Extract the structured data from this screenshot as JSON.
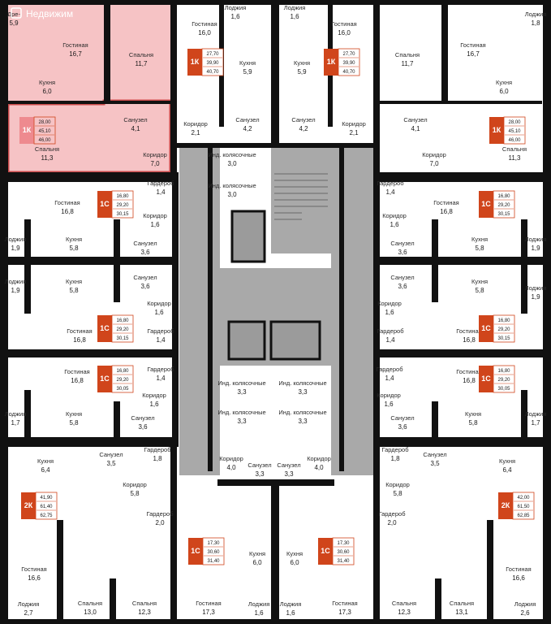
{
  "watermark": "Недвижим",
  "colors": {
    "wall": "#111111",
    "core": "#a9a9a9",
    "highlight": "#f6c3c5",
    "highlight_border": "#c94a4a",
    "tag": "#d0451b"
  },
  "rooms": [
    {
      "id": "a1-living",
      "name": "Гостиная",
      "area": "16,7",
      "hl": true
    },
    {
      "id": "a1-kitchen",
      "name": "Кухня",
      "area": "6,0",
      "hl": true
    },
    {
      "id": "a1-bath",
      "name": "Санузел",
      "area": "4,1",
      "hl": true
    },
    {
      "id": "a1-bedroom",
      "name": "Спальня",
      "area": "11,3",
      "hl": true
    },
    {
      "id": "a1-corridor",
      "name": "Коридор",
      "area": "7,0",
      "hl": true
    },
    {
      "id": "a1-entry",
      "name": "Дре-",
      "area": "5,9",
      "hl": true
    },
    {
      "id": "a2-bedroom",
      "name": "Спальня",
      "area": "11,7"
    },
    {
      "id": "a2-living",
      "name": "Гостиная",
      "area": "16,0"
    },
    {
      "id": "a2-loggia",
      "name": "Лоджия",
      "area": "1,6"
    },
    {
      "id": "a2-kitchen",
      "name": "Кухня",
      "area": "5,9"
    },
    {
      "id": "a2-corridor",
      "name": "Коридор",
      "area": "2,1"
    },
    {
      "id": "a2-bath",
      "name": "Санузел",
      "area": "4,2"
    },
    {
      "id": "a3-loggia",
      "name": "Лоджия",
      "area": "1,6"
    },
    {
      "id": "a3-living",
      "name": "Гостиная",
      "area": "16,0"
    },
    {
      "id": "a3-kitchen",
      "name": "Кухня",
      "area": "5,9"
    },
    {
      "id": "a3-bedroom",
      "name": "Спальня",
      "area": "11,7"
    },
    {
      "id": "a3-bath",
      "name": "Санузел",
      "area": "4,2"
    },
    {
      "id": "a3-corridor",
      "name": "Коридор",
      "area": "2,1"
    },
    {
      "id": "a4-loggia",
      "name": "Лоджия",
      "area": "1,8"
    },
    {
      "id": "a4-living",
      "name": "Гостиная",
      "area": "16,7"
    },
    {
      "id": "a4-kitchen",
      "name": "Кухня",
      "area": "6,0"
    },
    {
      "id": "a4-bath",
      "name": "Санузел",
      "area": "4,1"
    },
    {
      "id": "a4-corridor",
      "name": "Коридор",
      "area": "7,0"
    },
    {
      "id": "a4-bedroom",
      "name": "Спальня",
      "area": "11,3"
    },
    {
      "id": "stroll-1",
      "name": "Инд. колясочные",
      "area": "3,0"
    },
    {
      "id": "stroll-2",
      "name": "Инд. колясочные",
      "area": "3,0"
    },
    {
      "id": "a5-living",
      "name": "Гостиная",
      "area": "16,8"
    },
    {
      "id": "a5-wardrobe",
      "name": "Гардероб",
      "area": "1,4"
    },
    {
      "id": "a5-corridor",
      "name": "Коридор",
      "area": "1,6"
    },
    {
      "id": "a5-loggia",
      "name": "Лоджия",
      "area": "1,9"
    },
    {
      "id": "a5-kitchen",
      "name": "Кухня",
      "area": "5,8"
    },
    {
      "id": "a5-bath",
      "name": "Санузел",
      "area": "3,6"
    },
    {
      "id": "a6-wardrobe",
      "name": "Гардероб",
      "area": "1,4"
    },
    {
      "id": "a6-living",
      "name": "Гостиная",
      "area": "16,8"
    },
    {
      "id": "a6-corridor",
      "name": "Коридор",
      "area": "1,6"
    },
    {
      "id": "a6-bath",
      "name": "Санузел",
      "area": "3,6"
    },
    {
      "id": "a6-kitchen",
      "name": "Кухня",
      "area": "5,8"
    },
    {
      "id": "a6-loggia",
      "name": "Лоджия",
      "area": "1,9"
    },
    {
      "id": "a7-loggia",
      "name": "Лоджия",
      "area": "1,9"
    },
    {
      "id": "a7-kitchen",
      "name": "Кухня",
      "area": "5,8"
    },
    {
      "id": "a7-bath",
      "name": "Санузел",
      "area": "3,6"
    },
    {
      "id": "a7-corridor",
      "name": "Коридор",
      "area": "1,6"
    },
    {
      "id": "a7-wardrobe",
      "name": "Гардероб",
      "area": "1,4"
    },
    {
      "id": "a7-living",
      "name": "Гостиная",
      "area": "16,8"
    },
    {
      "id": "a8-bath",
      "name": "Санузел",
      "area": "3,6"
    },
    {
      "id": "a8-kitchen",
      "name": "Кухня",
      "area": "5,8"
    },
    {
      "id": "a8-loggia",
      "name": "Лоджия",
      "area": "1,9"
    },
    {
      "id": "a8-corridor",
      "name": "Коридор",
      "area": "1,6"
    },
    {
      "id": "a8-wardrobe",
      "name": "Гардероб",
      "area": "1,4"
    },
    {
      "id": "a8-living",
      "name": "Гостиная",
      "area": "16,8"
    },
    {
      "id": "a9-wardrobe",
      "name": "Гардероб",
      "area": "1,4"
    },
    {
      "id": "a9-living",
      "name": "Гостиная",
      "area": "16,8"
    },
    {
      "id": "a9-corridor",
      "name": "Коридор",
      "area": "1,6"
    },
    {
      "id": "a9-loggia",
      "name": "Лоджия",
      "area": "1,7"
    },
    {
      "id": "a9-kitchen",
      "name": "Кухня",
      "area": "5,8"
    },
    {
      "id": "a9-bath",
      "name": "Санузел",
      "area": "3,6"
    },
    {
      "id": "a10-wardrobe",
      "name": "Гардероб",
      "area": "1,4"
    },
    {
      "id": "a10-living",
      "name": "Гостиная",
      "area": "16,8"
    },
    {
      "id": "a10-corridor",
      "name": "Коридор",
      "area": "1,6"
    },
    {
      "id": "a10-bath",
      "name": "Санузел",
      "area": "3,6"
    },
    {
      "id": "a10-kitchen",
      "name": "Кухня",
      "area": "5,8"
    },
    {
      "id": "a10-loggia",
      "name": "Лоджия",
      "area": "1,7"
    },
    {
      "id": "stroll-3",
      "name": "Инд. колясочные",
      "area": "3,3"
    },
    {
      "id": "stroll-4",
      "name": "Инд. колясочные",
      "area": "3,3"
    },
    {
      "id": "stroll-5",
      "name": "Инд. колясочные",
      "area": "3,3"
    },
    {
      "id": "stroll-6",
      "name": "Инд. колясочные",
      "area": "3,3"
    },
    {
      "id": "a11-kitchen",
      "name": "Кухня",
      "area": "6,4"
    },
    {
      "id": "a11-bath",
      "name": "Санузел",
      "area": "3,5"
    },
    {
      "id": "a11-wardrobe1",
      "name": "Гардероб",
      "area": "1,8"
    },
    {
      "id": "a11-corridor",
      "name": "Коридор",
      "area": "5,8"
    },
    {
      "id": "a11-wardrobe2",
      "name": "Гардероб",
      "area": "2,0"
    },
    {
      "id": "a11-living",
      "name": "Гостиная",
      "area": "16,6"
    },
    {
      "id": "a11-loggia",
      "name": "Лоджия",
      "area": "2,7"
    },
    {
      "id": "a11-bedroom1",
      "name": "Спальня",
      "area": "13,0"
    },
    {
      "id": "a11-bedroom2",
      "name": "Спальня",
      "area": "12,3"
    },
    {
      "id": "a12-corridor",
      "name": "Коридор",
      "area": "4,0"
    },
    {
      "id": "a12-bath",
      "name": "Санузел",
      "area": "3,3"
    },
    {
      "id": "a12-kitchen",
      "name": "Кухня",
      "area": "6,0"
    },
    {
      "id": "a12-living",
      "name": "Гостиная",
      "area": "17,3"
    },
    {
      "id": "a12-loggia",
      "name": "Лоджия",
      "area": "1,6"
    },
    {
      "id": "a13-bath",
      "name": "Санузел",
      "area": "3,3"
    },
    {
      "id": "a13-corridor",
      "name": "Коридор",
      "area": "4,0"
    },
    {
      "id": "a13-kitchen",
      "name": "Кухня",
      "area": "6,0"
    },
    {
      "id": "a13-living",
      "name": "Гостиная",
      "area": "17,3"
    },
    {
      "id": "a13-loggia",
      "name": "Лоджия",
      "area": "1,6"
    },
    {
      "id": "a14-wardrobe1",
      "name": "Гардероб",
      "area": "1,8"
    },
    {
      "id": "a14-bath",
      "name": "Санузел",
      "area": "3,5"
    },
    {
      "id": "a14-kitchen",
      "name": "Кухня",
      "area": "6,4"
    },
    {
      "id": "a14-corridor",
      "name": "Коридор",
      "area": "5,8"
    },
    {
      "id": "a14-wardrobe2",
      "name": "Гардероб",
      "area": "2,0"
    },
    {
      "id": "a14-living",
      "name": "Гостиная",
      "area": "16,6"
    },
    {
      "id": "a14-loggia",
      "name": "Лоджия",
      "area": "2,6"
    },
    {
      "id": "a14-bedroom1",
      "name": "Спальня",
      "area": "12,3"
    },
    {
      "id": "a14-bedroom2",
      "name": "Спальня",
      "area": "13,1"
    }
  ],
  "tags": [
    {
      "id": "a1",
      "type": "1К",
      "areas": [
        "28,00",
        "45,10",
        "46,00"
      ],
      "hl": true
    },
    {
      "id": "a2",
      "type": "1К",
      "areas": [
        "27,70",
        "39,90",
        "40,70"
      ]
    },
    {
      "id": "a3",
      "type": "1К",
      "areas": [
        "27,70",
        "39,90",
        "40,70"
      ]
    },
    {
      "id": "a4",
      "type": "1К",
      "areas": [
        "28,00",
        "45,10",
        "46,00"
      ]
    },
    {
      "id": "a5",
      "type": "1С",
      "areas": [
        "16,80",
        "29,20",
        "30,15"
      ]
    },
    {
      "id": "a6",
      "type": "1С",
      "areas": [
        "16,80",
        "29,20",
        "30,15"
      ]
    },
    {
      "id": "a7",
      "type": "1С",
      "areas": [
        "16,80",
        "29,20",
        "30,15"
      ]
    },
    {
      "id": "a8",
      "type": "1С",
      "areas": [
        "16,80",
        "29,20",
        "30,15"
      ]
    },
    {
      "id": "a9",
      "type": "1С",
      "areas": [
        "16,80",
        "29,20",
        "30,05"
      ]
    },
    {
      "id": "a10",
      "type": "1С",
      "areas": [
        "16,80",
        "29,20",
        "30,05"
      ]
    },
    {
      "id": "a11",
      "type": "2К",
      "areas": [
        "41,90",
        "61,40",
        "62,75"
      ]
    },
    {
      "id": "a12",
      "type": "1С",
      "areas": [
        "17,30",
        "30,60",
        "31,40"
      ]
    },
    {
      "id": "a13",
      "type": "1С",
      "areas": [
        "17,30",
        "30,60",
        "31,40"
      ]
    },
    {
      "id": "a14",
      "type": "2К",
      "areas": [
        "42,00",
        "61,50",
        "62,85"
      ]
    }
  ]
}
